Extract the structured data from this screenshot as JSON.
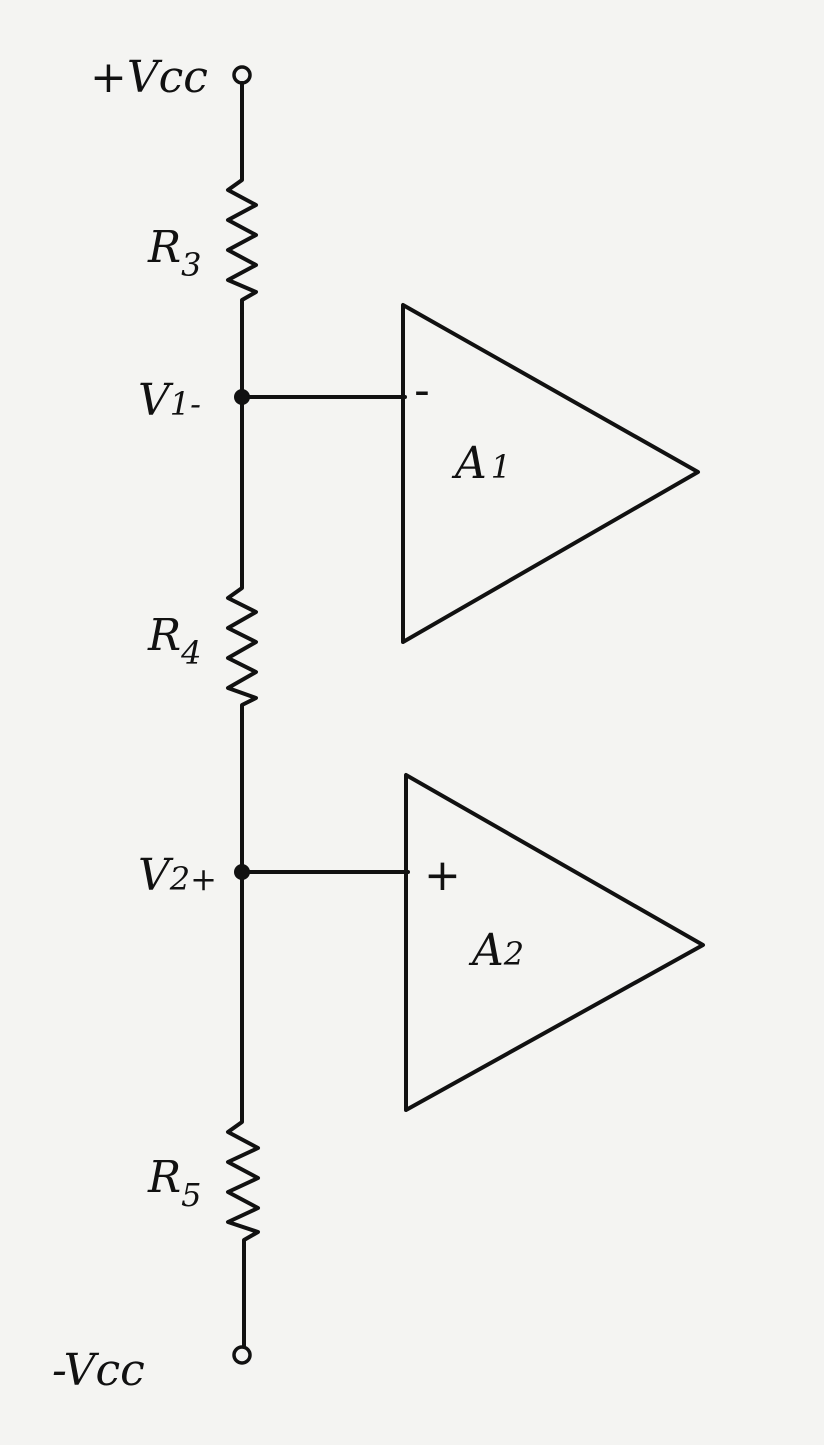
{
  "supply": {
    "positive": "+Vcc",
    "negative": "-Vcc"
  },
  "resistors": [
    {
      "main": "R",
      "sub": "3"
    },
    {
      "main": "R",
      "sub": "4"
    },
    {
      "main": "R",
      "sub": "5"
    }
  ],
  "nodes": [
    {
      "main": "V",
      "rest": "1-"
    },
    {
      "main": "V",
      "rest": "2+"
    }
  ],
  "amplifiers": [
    {
      "main": "A",
      "sub": "1",
      "input": "-"
    },
    {
      "main": "A",
      "sub": "2",
      "input": "+"
    }
  ]
}
